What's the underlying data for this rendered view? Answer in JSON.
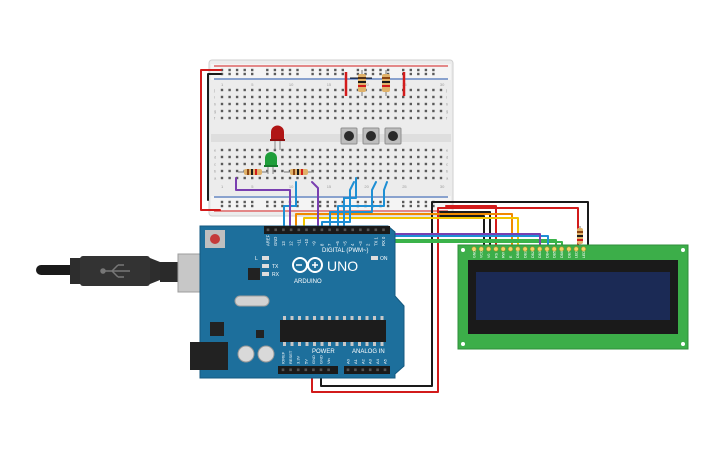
{
  "arduino": {
    "brand": "ARDUINO",
    "model": "UNO",
    "digital_header": "DIGITAL (PWM~)",
    "power_header": "POWER",
    "analog_header": "ANALOG IN",
    "on_label": "ON",
    "l_label": "L",
    "tx_label": "TX",
    "rx_label": "RX",
    "digital_pins": [
      "AREF",
      "GND",
      "13",
      "12",
      "~11",
      "~10",
      "~9",
      "8",
      "7",
      "~6",
      "~5",
      "4",
      "~3",
      "2",
      "TX 1",
      "RX 0"
    ],
    "power_pins": [
      "IOREF",
      "RESET",
      "3.3V",
      "5V",
      "GND",
      "GND",
      "Vin"
    ],
    "analog_pins": [
      "A0",
      "A1",
      "A2",
      "A3",
      "A4",
      "A5"
    ]
  },
  "breadboard": {
    "row_letters_top": [
      "j",
      "i",
      "h",
      "g",
      "f"
    ],
    "row_letters_bottom": [
      "e",
      "d",
      "c",
      "b",
      "a"
    ],
    "column_numbers": [
      "1",
      "5",
      "10",
      "15",
      "20",
      "25",
      "30"
    ]
  },
  "lcd": {
    "pin_labels": [
      "GND",
      "VCC",
      "V0",
      "RS",
      "RW",
      "E",
      "DB0",
      "DB1",
      "DB2",
      "DB3",
      "DB4",
      "DB5",
      "DB6",
      "DB7",
      "LED",
      "LED"
    ]
  },
  "colors": {
    "board": "#1d6f9c",
    "breadboard": "#eeeeee",
    "lcd_pcb": "#3cae49",
    "lcd_screen": "#1b2a55",
    "wire_red": "#d21b1b",
    "wire_black": "#1a1a1a",
    "wire_blue": "#1e8fd4",
    "wire_purple": "#7a3fb0",
    "wire_orange": "#f08a00",
    "wire_yellow": "#f2c500",
    "wire_green": "#3bb34a"
  }
}
